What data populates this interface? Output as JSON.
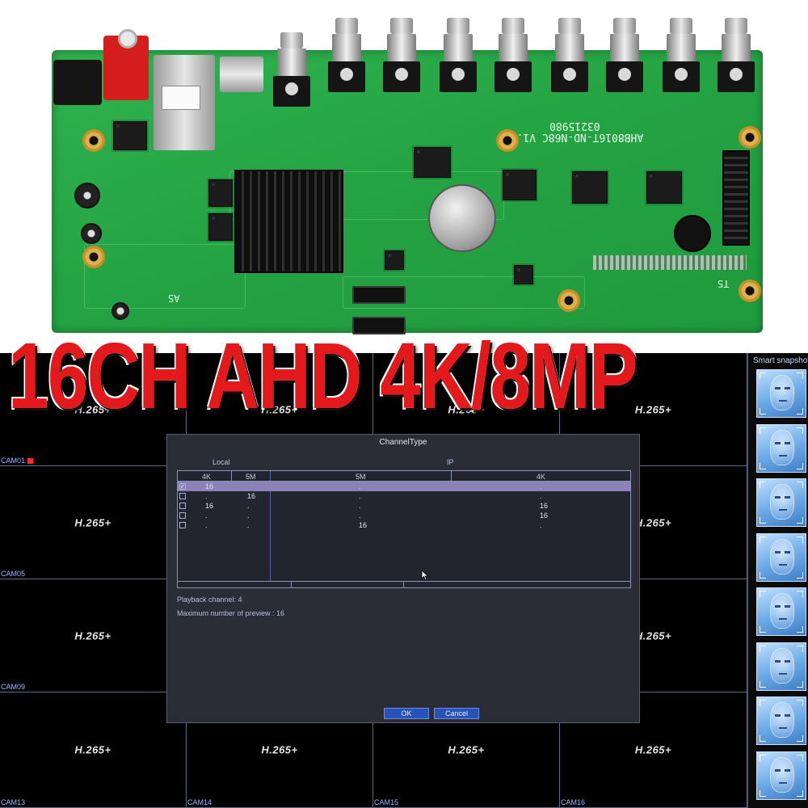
{
  "banner": {
    "text": "16CH AHD 4K/8MP",
    "color": "#e3191c"
  },
  "board": {
    "silk_model": "AHB8016T-ND-N68C V1.01",
    "silk_serial": "03215980",
    "silk_ts": "TS",
    "silk_as": "AS"
  },
  "screen": {
    "codec_label": "H.265+",
    "cameras": [
      "CAM01",
      "CAM05",
      "CAM09",
      "CAM13",
      "CAM14",
      "CAM15",
      "CAM16"
    ],
    "grid_color": "#5a6b8a"
  },
  "sidebar": {
    "title": "Smart snapshot",
    "snapshot_count": 8
  },
  "dialog": {
    "title": "ChannelType",
    "groups": {
      "local": "Local",
      "ip": "IP"
    },
    "columns": [
      "4K",
      "5M",
      "5M",
      "4K"
    ],
    "rows": [
      {
        "checked": true,
        "selected": true,
        "values": [
          "16",
          "",
          ".",
          "."
        ]
      },
      {
        "checked": false,
        "selected": false,
        "values": [
          ".",
          "16",
          ".",
          "."
        ]
      },
      {
        "checked": false,
        "selected": false,
        "values": [
          "16",
          ".",
          ".",
          "16"
        ]
      },
      {
        "checked": false,
        "selected": false,
        "values": [
          ".",
          ".",
          ".",
          "16"
        ]
      },
      {
        "checked": false,
        "selected": false,
        "values": [
          ".",
          ".",
          "16",
          "."
        ]
      }
    ],
    "playback_channel": "Playback channel: 4",
    "max_preview": "Maximum number of preview   : 16",
    "ok_label": "OK",
    "cancel_label": "Cancel"
  },
  "colors": {
    "dialog_bg": "#2a2c36",
    "selected_row": "#8a82b8",
    "button_blue": "#2752b8",
    "pcb_green": "#25a444"
  }
}
